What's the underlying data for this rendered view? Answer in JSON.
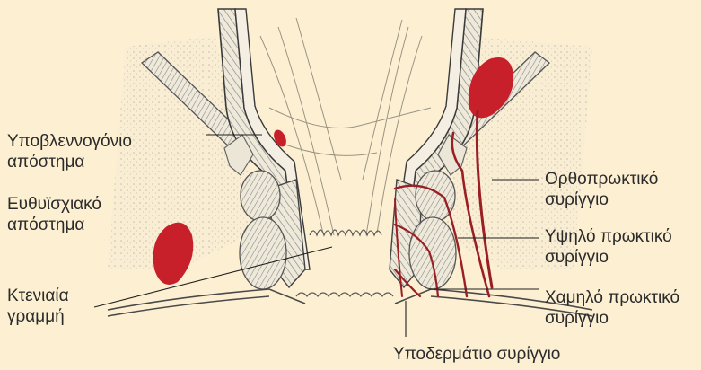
{
  "labels": {
    "submucous_abscess": [
      "Υποβλεννογόνιο",
      "απόστημα"
    ],
    "ischiorectal_abscess": [
      "Ευθυϊσχιακό",
      "απόστημα"
    ],
    "dentate_line": [
      "Κτενιαία",
      "γραμμή"
    ],
    "extrasphincteric_fistula": [
      "Ορθοπρωκτικό",
      "συρίγγιο"
    ],
    "high_anal_fistula": [
      "Υψηλό πρωκτικό",
      "συρίγγιο"
    ],
    "low_anal_fistula": [
      "Χαμηλό πρωκτικό",
      "συρίγγιο"
    ],
    "subcutaneous_fistula": "Υποδερμάτιο συρίγγιο"
  },
  "colors": {
    "background": "#fdf0d2",
    "abscess_red": "#c8202a",
    "fistula_tract": "#9a1f25",
    "wall_line": "#3a3a3a",
    "muscle_fill": "#ece6d6",
    "leader_line": "#1f1f1f"
  }
}
